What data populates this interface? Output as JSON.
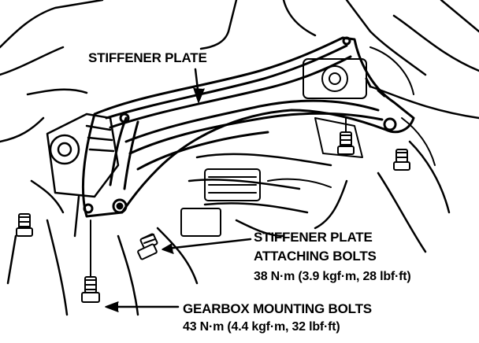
{
  "labels": {
    "stiffener_plate": "STIFFENER PLATE",
    "attaching_bolts": {
      "line1": "STIFFENER PLATE",
      "line2": "ATTACHING BOLTS",
      "torque": "38 N·m (3.9 kgf·m, 28 lbf·ft)"
    },
    "gearbox_bolts": {
      "line1": "GEARBOX MOUNTING BOLTS",
      "torque": "43 N·m (4.4 kgf·m, 32 lbf·ft)"
    }
  }
}
